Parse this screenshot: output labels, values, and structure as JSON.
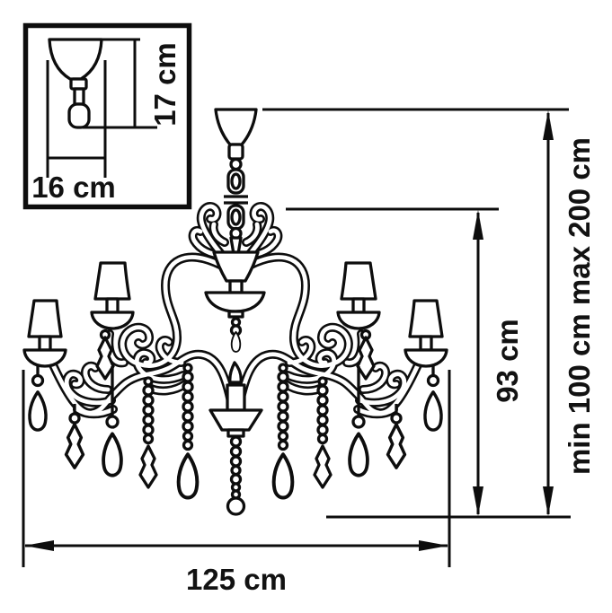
{
  "inset": {
    "height_label": "17 cm",
    "width_label": "16 cm"
  },
  "dimensions": {
    "hanging_range": "min 100 cm max 200 cm",
    "body_height": "93 cm",
    "width": "125 cm"
  },
  "colors": {
    "line": "#0d0d0d",
    "background": "#ffffff"
  }
}
